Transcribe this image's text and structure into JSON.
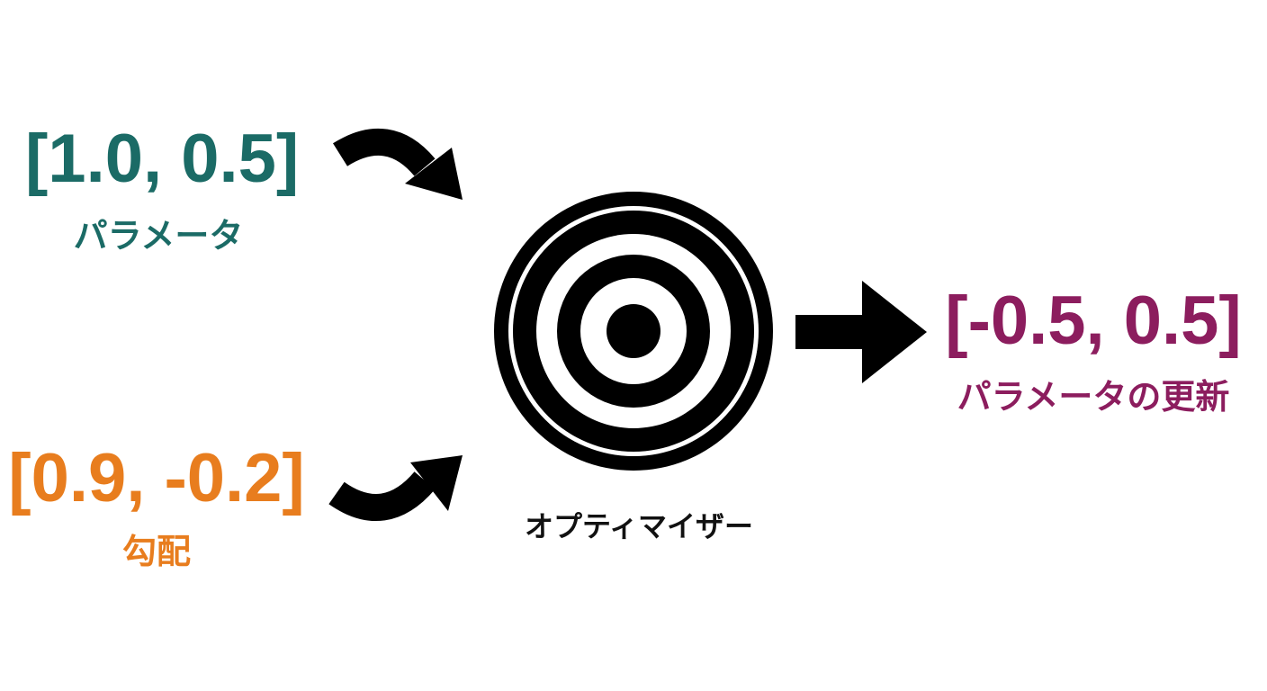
{
  "parameters": {
    "value": "[1.0, 0.5]",
    "label": "パラメータ",
    "color": "#1b6b66"
  },
  "gradient": {
    "value": "[0.9, -0.2]",
    "label": "勾配",
    "color": "#e87d1e"
  },
  "optimizer": {
    "label": "オプティマイザー",
    "icon": "target-icon"
  },
  "update": {
    "value": "[-0.5, 0.5]",
    "label": "パラメータの更新",
    "color": "#8c1d5e"
  }
}
